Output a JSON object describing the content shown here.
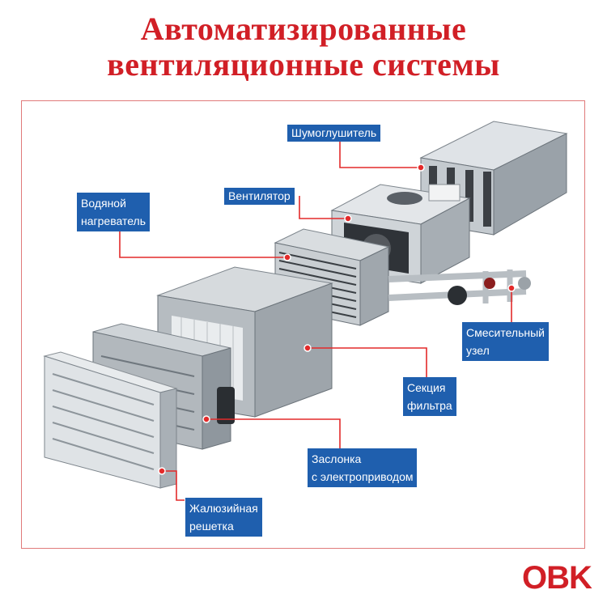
{
  "title": {
    "line1": "Автоматизированные",
    "line2": "вентиляционные системы"
  },
  "labels": {
    "silencer": "Шумоглушитель",
    "fan": "Вентилятор",
    "water_heater": "Водяной\nнагреватель",
    "mixing_unit": "Смесительный\nузел",
    "filter_section": "Секция\nфильтра",
    "damper": "Заслонка\nс электроприводом",
    "louver_grille": "Жалюзийная\nрешетка"
  },
  "logo": "OBK",
  "colors": {
    "accent_red": "#d11f26",
    "label_blue": "#1f5fae",
    "leader_red": "#e32a2a"
  }
}
